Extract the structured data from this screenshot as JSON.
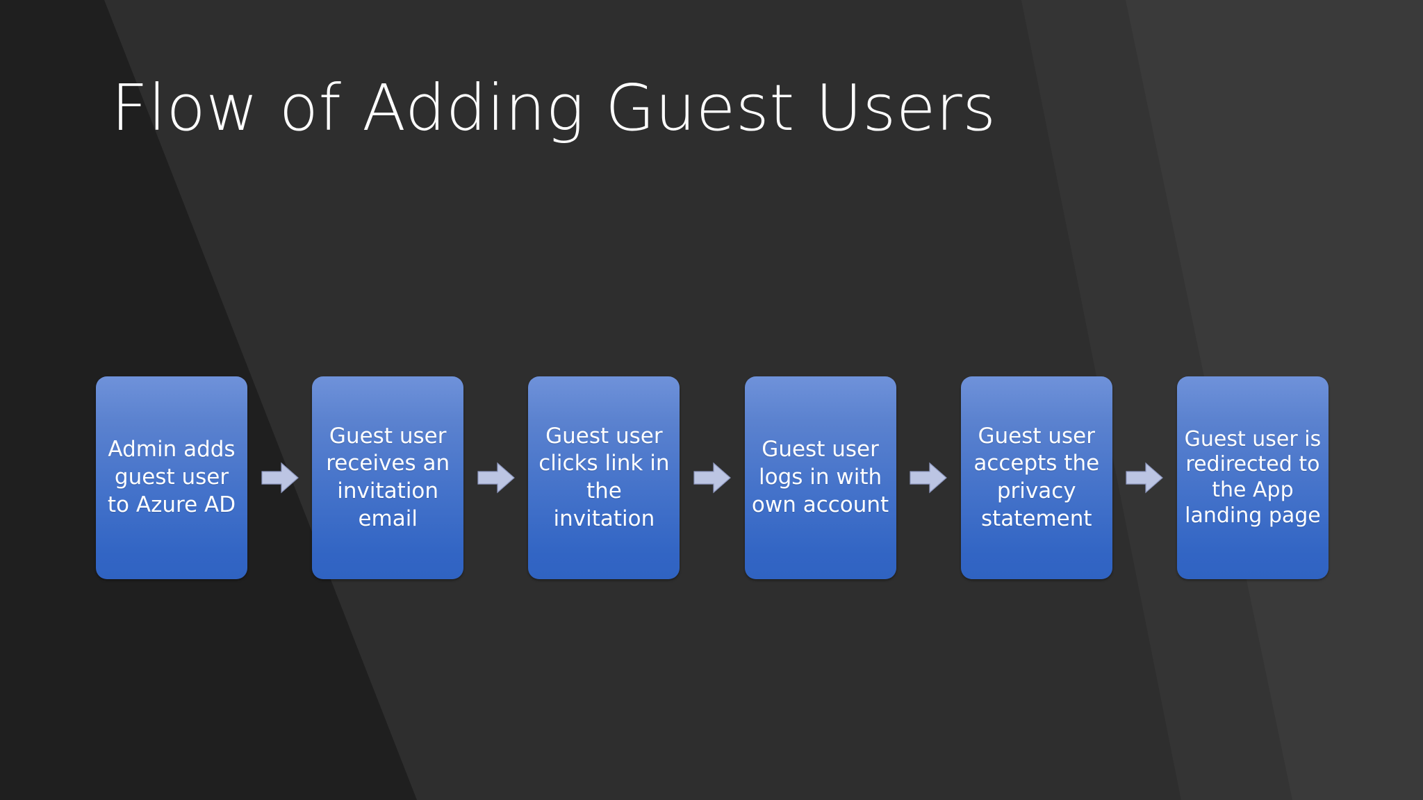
{
  "slide": {
    "title": "Flow of Adding Guest Users",
    "background": {
      "base_color": "#3a3a3a",
      "dark_wedge_color": "#1f1f1f",
      "mid_wedge_color": "#2e2e2e"
    },
    "theme": {
      "node_gradient_top": "#6f92da",
      "node_gradient_bottom": "#3063c2",
      "node_text_color": "#ffffff",
      "arrow_color": "#bcc5e3",
      "arrow_outline_color": "#8f9ac0",
      "title_color": "#ffffff"
    }
  },
  "flow": {
    "arrow_icon": "right-arrow-icon",
    "steps": [
      {
        "id": "step-1",
        "label": "Admin adds guest user to Azure AD"
      },
      {
        "id": "step-2",
        "label": "Guest user receives an invitation email"
      },
      {
        "id": "step-3",
        "label": "Guest user clicks link in the invitation"
      },
      {
        "id": "step-4",
        "label": "Guest user logs in with own account"
      },
      {
        "id": "step-5",
        "label": "Guest user accepts the privacy statement"
      },
      {
        "id": "step-6",
        "label": "Guest user is redirected to the App landing page"
      }
    ]
  }
}
